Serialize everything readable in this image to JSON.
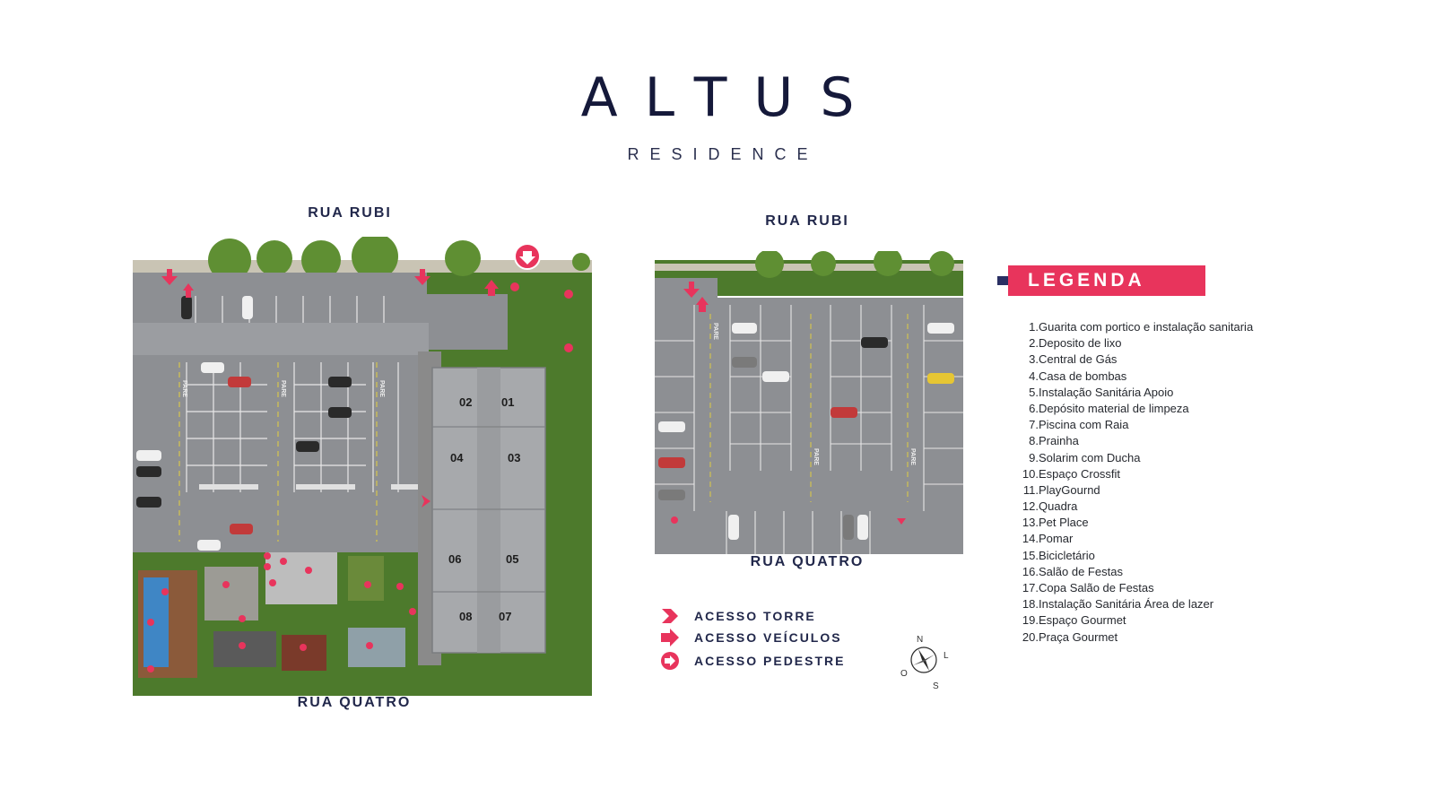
{
  "brand": {
    "title": "ALTUS",
    "subtitle": "RESIDENCE"
  },
  "map_left": {
    "street_top": "RUA RUBI",
    "street_bottom": "RUA QUATRO"
  },
  "map_right": {
    "street_top": "RUA RUBI",
    "street_bottom": "RUA QUATRO"
  },
  "apartments": [
    "02",
    "01",
    "04",
    "03",
    "06",
    "05",
    "08",
    "07"
  ],
  "parking_marking": "PARE",
  "access_legend": [
    {
      "label": "ACESSO TORRE",
      "icon": "chevron-right-icon"
    },
    {
      "label": "ACESSO VEÍCULOS",
      "icon": "arrow-right-icon"
    },
    {
      "label": "ACESSO PEDESTRE",
      "icon": "circle-arrow-icon"
    }
  ],
  "compass": {
    "n": "N",
    "s": "S",
    "o": "O",
    "l": "L"
  },
  "legend": {
    "title": "LEGENDA",
    "items": [
      {
        "num": "1.",
        "label": "Guarita com portico e instalação sanitaria"
      },
      {
        "num": "2.",
        "label": "Deposito de lixo"
      },
      {
        "num": "3.",
        "label": "Central de Gás"
      },
      {
        "num": "4.",
        "label": "Casa de bombas"
      },
      {
        "num": "5.",
        "label": "Instalação Sanitária Apoio"
      },
      {
        "num": "6.",
        "label": "Depósito material de limpeza"
      },
      {
        "num": "7.",
        "label": "Piscina com Raia"
      },
      {
        "num": "8.",
        "label": "Prainha"
      },
      {
        "num": "9.",
        "label": "Solarim com Ducha"
      },
      {
        "num": "10.",
        "label": "Espaço Crossfit"
      },
      {
        "num": "11.",
        "label": "PlayGournd"
      },
      {
        "num": "12.",
        "label": "Quadra"
      },
      {
        "num": "13.",
        "label": "Pet Place"
      },
      {
        "num": "14.",
        "label": "Pomar"
      },
      {
        "num": "15.",
        "label": "Bicicletário"
      },
      {
        "num": "16.",
        "label": "Salão de Festas"
      },
      {
        "num": "17.",
        "label": "Copa Salão de Festas"
      },
      {
        "num": "18.",
        "label": "Instalação Sanitária Área de lazer"
      },
      {
        "num": "19.",
        "label": "Espaço Gourmet"
      },
      {
        "num": "20.",
        "label": "Praça Gourmet"
      }
    ]
  },
  "colors": {
    "accent": "#e8345c",
    "navy": "#22284b",
    "asphalt": "#8d8f93",
    "grass": "#4d7a2c",
    "building": "#a7a9ac"
  }
}
